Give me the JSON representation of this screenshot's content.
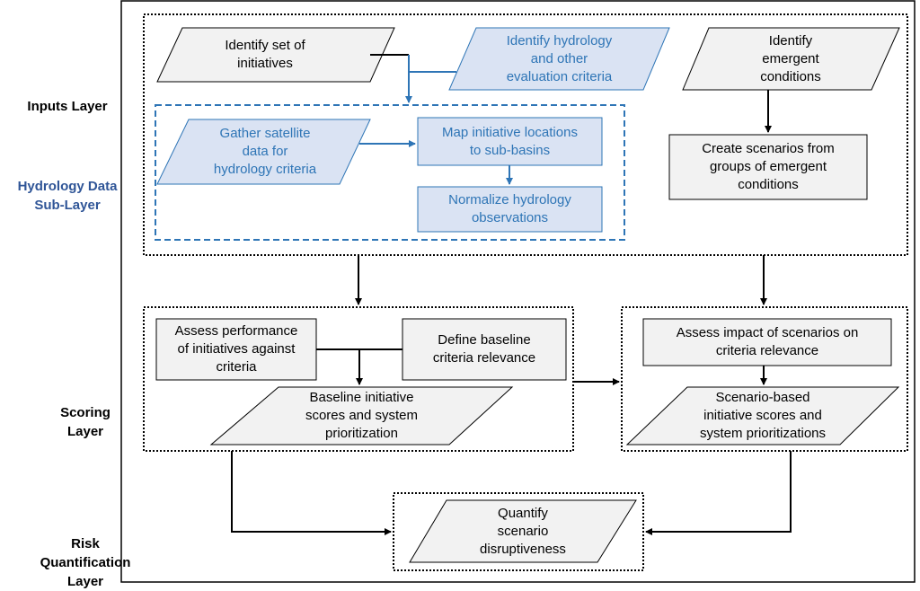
{
  "layers": {
    "inputs": "Inputs Layer",
    "hydrology_sub_layer": "Hydrology Data\nSub-Layer",
    "scoring": "Scoring\nLayer",
    "risk": "Risk\nQuantification\nLayer"
  },
  "nodes": {
    "identify_initiatives": "Identify set of\ninitiatives",
    "identify_hydrology": "Identify hydrology\nand other\nevaluation criteria",
    "identify_emergent": "Identify\nemergent\nconditions",
    "gather_satellite": "Gather satellite\ndata for\nhydrology criteria",
    "map_locations": "Map initiative locations\nto sub-basins",
    "normalize_hydrology": "Normalize hydrology\nobservations",
    "create_scenarios": "Create scenarios from\ngroups of emergent\nconditions",
    "assess_performance": "Assess performance\nof initiatives against\ncriteria",
    "define_baseline": "Define baseline\ncriteria relevance",
    "baseline_scores": "Baseline initiative\nscores and system\nprioritization",
    "assess_impact": "Assess impact of scenarios on\ncriteria relevance",
    "scenario_scores": "Scenario-based\ninitiative scores and\nsystem prioritizations",
    "quantify": "Quantify\nscenario\ndisruptiveness"
  },
  "colors": {
    "gray_fill": "#f2f2f2",
    "blue_fill": "#dae3f3",
    "blue_stroke": "#2e75b6",
    "blue_label": "#2f5597",
    "black": "#000000"
  }
}
